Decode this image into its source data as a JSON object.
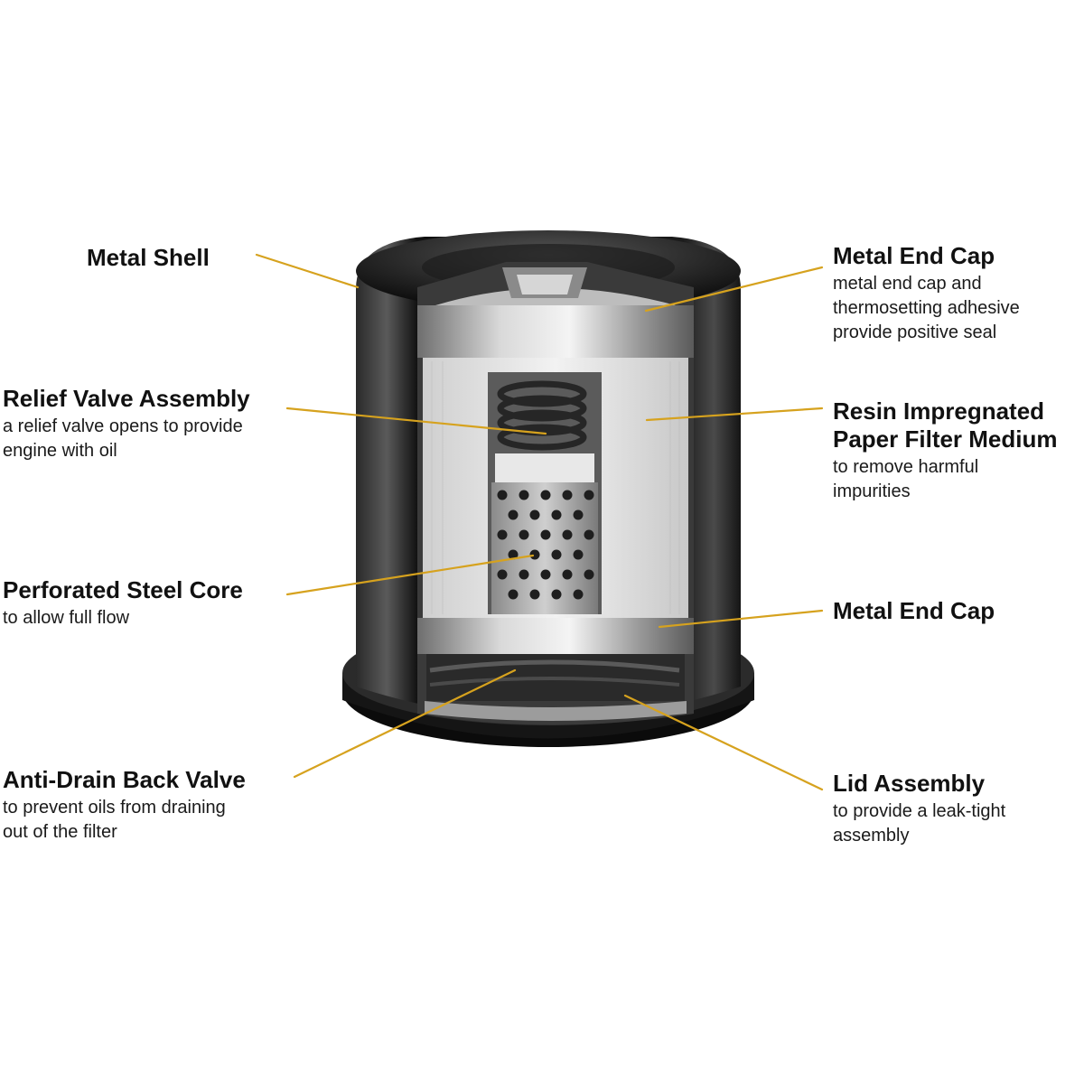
{
  "colors": {
    "leader": "#d6a21e",
    "shell": "#0d0d0d",
    "metal": "#a9a9a9",
    "paper": "#e6e6e6"
  },
  "labels": {
    "metal_shell": {
      "title": "Metal Shell"
    },
    "relief_valve": {
      "title": "Relief Valve Assembly",
      "desc": [
        "a relief valve opens to provide",
        "engine with oil"
      ]
    },
    "perforated_core": {
      "title": "Perforated Steel Core",
      "desc": [
        "to allow full flow"
      ]
    },
    "anti_drain": {
      "title": "Anti-Drain Back Valve",
      "desc": [
        "to prevent oils from draining",
        "out of the filter"
      ]
    },
    "end_cap_top": {
      "title": "Metal End Cap",
      "desc": [
        "metal end cap and",
        "thermosetting adhesive",
        "provide positive seal"
      ]
    },
    "resin_paper": {
      "title_lines": [
        "Resin Impregnated",
        "Paper Filter Medium"
      ],
      "desc": [
        "to remove harmful",
        "impurities"
      ]
    },
    "end_cap_bottom": {
      "title": "Metal End Cap"
    },
    "lid_assembly": {
      "title": "Lid Assembly",
      "desc": [
        "to provide a leak-tight",
        "assembly"
      ]
    }
  }
}
